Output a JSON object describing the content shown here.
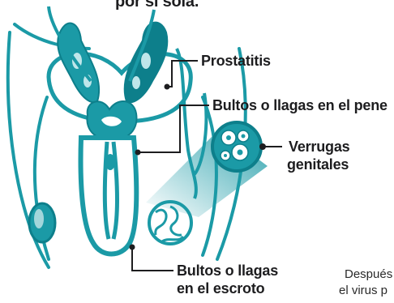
{
  "top_text": "por sí sola.",
  "labels": {
    "prostatitis": "Prostatitis",
    "bultos_pene": "Bultos o llagas en el pene",
    "verrugas_line1": "Verrugas",
    "verrugas_line2": "genitales",
    "bultos_escroto_line1": "Bultos o llagas",
    "bultos_escroto_line2": "en el escroto"
  },
  "side_text": {
    "line1": "Después",
    "line2": "el virus p"
  },
  "colors": {
    "teal": "#1b9aa6",
    "teal_dark": "#0d7f8b",
    "teal_light": "#bfe6ea",
    "outline": "#1b9aa6",
    "text": "#1d1d1f",
    "leader": "#1d1d1f"
  }
}
